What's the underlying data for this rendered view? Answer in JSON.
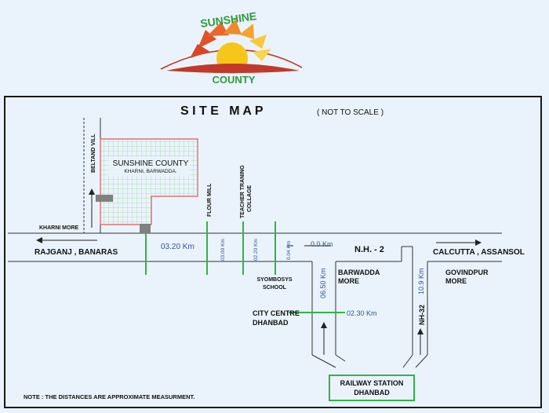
{
  "logo": {
    "top_text": "SUNSHINE",
    "bottom_text": "COUNTY",
    "colors": {
      "text": "#2e9b3c",
      "sun": "#f7c61a",
      "ray_dark": "#e0522a",
      "ray_mid": "#f08a2b",
      "ray_light": "#f9c93a",
      "arc": "#c0392b"
    }
  },
  "map": {
    "title": "S I T E   M A P",
    "scale_note": "( NOT TO SCALE )",
    "footnote": "NOTE : THE DISTANCES ARE APPROXIMATE MEASURMENT.",
    "project": {
      "name": "SUNSHINE COUNTY",
      "location": "KHARNI, BARWADDA."
    },
    "places": {
      "beltand_vill": "BELTAND VILL",
      "kharni_more": "KHARNI MORE",
      "rajganj": "RAJGANJ , BANARAS",
      "flour_mill": "FLOUR MILL",
      "teacher_training": [
        "TEACHER TRANING",
        "COLLAGE"
      ],
      "syombosys": [
        "SYOMBOSYS",
        "SCHOOL"
      ],
      "nh2": "N.H. - 2",
      "calcutta": "CALCUTTA , ASSANSOL",
      "barwadda_more": [
        "BARWADDA",
        "MORE"
      ],
      "govindpur_more": [
        "GOVINDPUR",
        "MORE"
      ],
      "city_centre": [
        "CITY CENTRE",
        "DHANBAD"
      ],
      "nh32": "NH-32",
      "railway_station": [
        "RAILWAY STATION",
        "DHANBAD"
      ]
    },
    "distances": {
      "to_project": "03.20 Km",
      "flour_mill": "03.00 Km",
      "teacher": "02.20 Km",
      "syombosys": "0.04 Km",
      "barwadda": "0.0 Km",
      "city_centre_v": "06.50 Km",
      "govindpur": "10.9 Km",
      "city_centre_h": "02.30 Km"
    },
    "colors": {
      "frame": "#1a1a1a",
      "road": "#333333",
      "distance_text": "#2f5597",
      "marker": "#33b24a",
      "plot_outline": "#e05a5a",
      "plot_grid": "#9fd39f",
      "station_box": "#33b24a",
      "gate": "#808080"
    }
  }
}
